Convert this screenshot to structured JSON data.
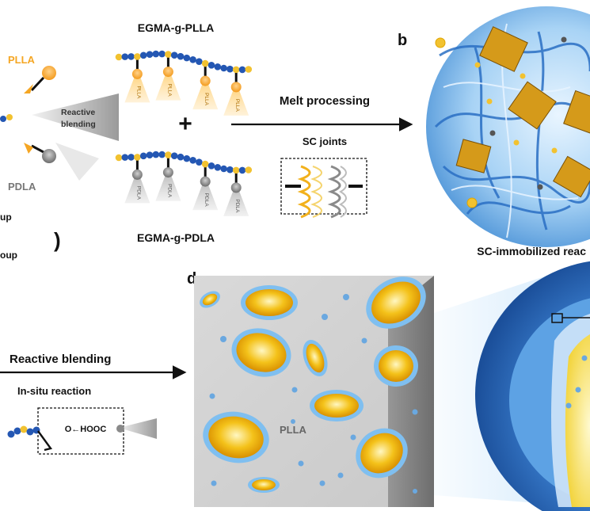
{
  "top": {
    "pla_label_orange": "PLLA",
    "pla_label_gray": "PDLA",
    "reactive_blending_small_1": "Reactive",
    "reactive_blending_small_2": "blending",
    "edge_text_1": "up",
    "edge_text_2": "oup",
    "bracket": ")",
    "egma_plla": "EGMA-g-PLLA",
    "egma_pdla": "EGMA-g-PDLA",
    "plus": "+",
    "chain_tag_plla": "PLLA",
    "chain_tag_pdla": "PDLA",
    "melt_processing": "Melt processing",
    "sc_joints": "SC joints",
    "panel_b": "b",
    "sc_immobilized": "SC-immobilized reac"
  },
  "bottom": {
    "reactive_blending": "Reactive blending",
    "insitu_reaction": "In-situ reaction",
    "reaction_text": "O←HOOC",
    "panel_d": "d",
    "matrix_label": "PLLA"
  },
  "colors": {
    "blue_bead": "#2457b3",
    "yellow_bead": "#f2c230",
    "orange": "#f5a623",
    "gray": "#8a8a8a",
    "sphere_blue": "#5fa8e6"
  }
}
